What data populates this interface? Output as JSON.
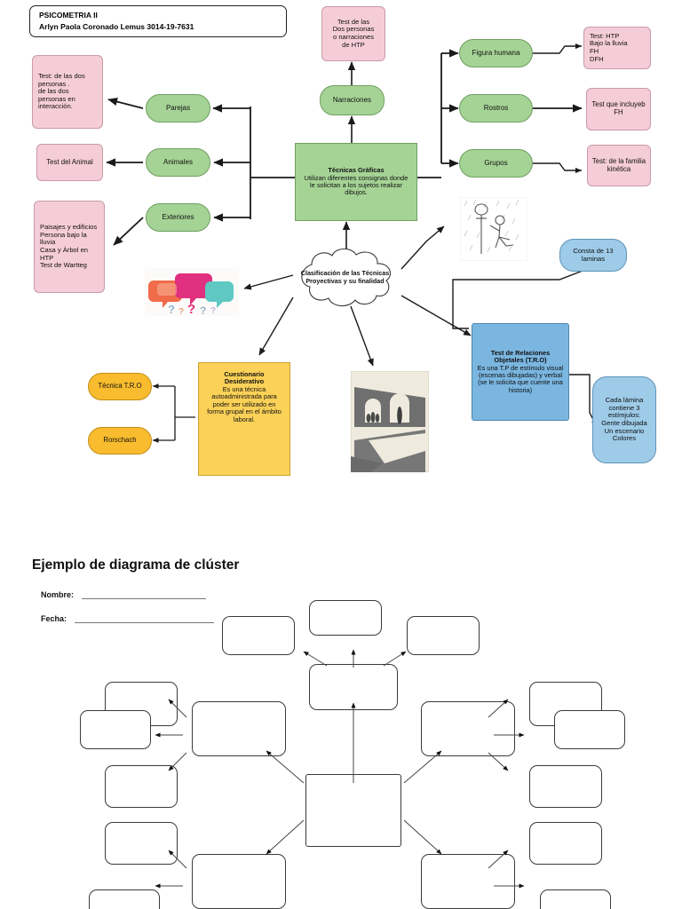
{
  "header": {
    "line1": "PSICOMETRIA II",
    "line2": "Arlyn Paola Coronado Lemus 3014-19-7631"
  },
  "central": {
    "label": "Clasificación de las Técnicas Proyectivas y su finalidad"
  },
  "main_branch": {
    "title": "Técnicas Gráficas",
    "body": "Utilizan diferentes consignas donde le solicitan a los sujetos realizar dibujos."
  },
  "tro": {
    "title": "Test de Relaciones Objetales (T.R.O)",
    "body": "Es una T.P de estímulo visual (escenas dibujadas) y verbal (se le solicita que cuente una historia)"
  },
  "cuestionario": {
    "title": "Cuestionario Desiderativo",
    "body": "Es una técnica autoadministrada para poder ser utilizado en forma grupal en el ámbito laboral."
  },
  "green_nodes": {
    "parejas": "Parejas",
    "animales": "Animales",
    "exteriores": "Exteriores",
    "narraciones": "Narraciones",
    "figura_humana": "Figura humana",
    "rostros": "Rostros",
    "grupos": "Grupos"
  },
  "pink_notes": {
    "dos_personas": "Test: de las dos personas .\nde las dos personas en interacción.",
    "animal": "Test del Animal",
    "paisajes": "Paisajes y edificios\nPersona bajo la lluvia\nCasa y Árbol en HTP\nTest de Wartteg",
    "narraciones_htp": "Test de las\nDos personas\no narraciones\nde HTP",
    "htp_lluvia": "Test: HTP\nBajo la lluvia\nFH\nDFH",
    "incluye_fh": "Test que incluyeb FH",
    "familia_kinetica": "Test:  de la familia kinética"
  },
  "blue_notes": {
    "laminas": "Consta de 13 laminas",
    "estimulos": "Cada lámina contiene 3 estímjulos: Gente dibujada  Un escenario Colores"
  },
  "yellow_nodes": {
    "tecnica_tro": "Técnica T.R.O",
    "rorschach": "Rorschach"
  },
  "images": {
    "speech_bubbles": "speech-bubbles-image",
    "person_rain": "person-under-rain-sketch-image",
    "tat_card": "tat-arches-card-image"
  },
  "worksheet": {
    "title": "Ejemplo de diagrama de clúster",
    "name_label": "Nombre:",
    "date_label": "Fecha:"
  },
  "colors": {
    "pink": "#f5cdd8",
    "green": "#a5d395",
    "blue": "#7ab6e0",
    "light_blue": "#9dcbe8",
    "yellow": "#fbd157",
    "orange_yellow": "#f9bc2e"
  }
}
